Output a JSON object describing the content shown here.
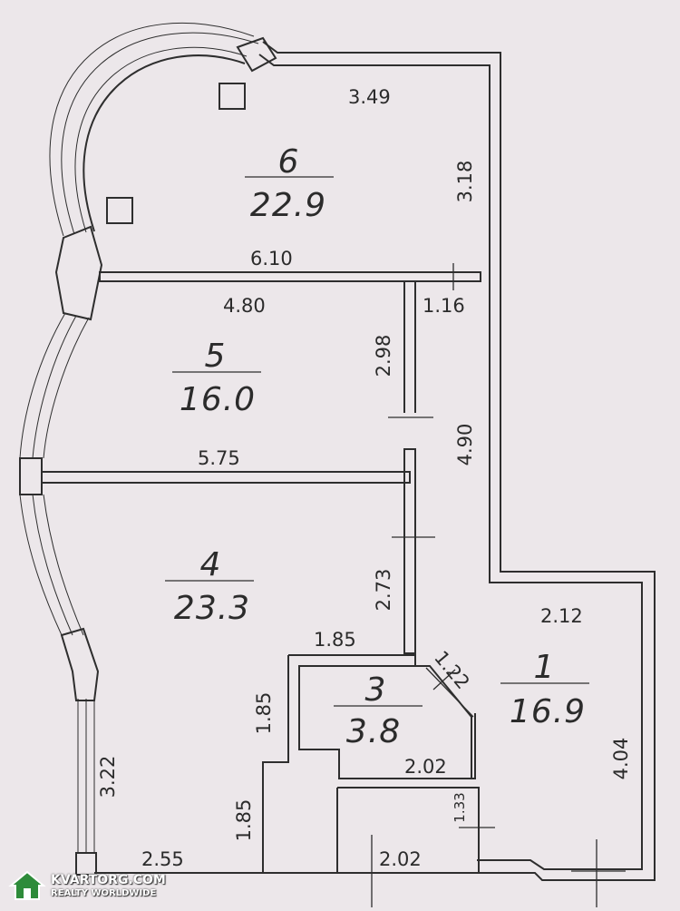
{
  "rooms": [
    {
      "number": "6",
      "area": "22.9"
    },
    {
      "number": "5",
      "area": "16.0"
    },
    {
      "number": "4",
      "area": "23.3"
    },
    {
      "number": "3",
      "area": "3.8"
    },
    {
      "number": "1",
      "area": "16.9"
    }
  ],
  "dimensions": {
    "d_3_49": "3.49",
    "d_3_18": "3.18",
    "d_6_10": "6.10",
    "d_4_80": "4.80",
    "d_1_16": "1.16",
    "d_2_98": "2.98",
    "d_4_90": "4.90",
    "d_5_75": "5.75",
    "d_2_73": "2.73",
    "d_2_12": "2.12",
    "d_1_85_top": "1.85",
    "d_1_22": "1.22",
    "d_1_85_mid": "1.85",
    "d_2_02_upper": "2.02",
    "d_4_04": "4.04",
    "d_3_22": "3.22",
    "d_1_85_low": "1.85",
    "d_1_33": "1.33",
    "d_2_55": "2.55",
    "d_2_02_lower": "2.02"
  },
  "watermark": {
    "brand": "KVARTORG.COM",
    "tagline": "REALTY WORLDWIDE",
    "colors": {
      "house": "#2e8b3a",
      "text": "#ffffff"
    }
  }
}
